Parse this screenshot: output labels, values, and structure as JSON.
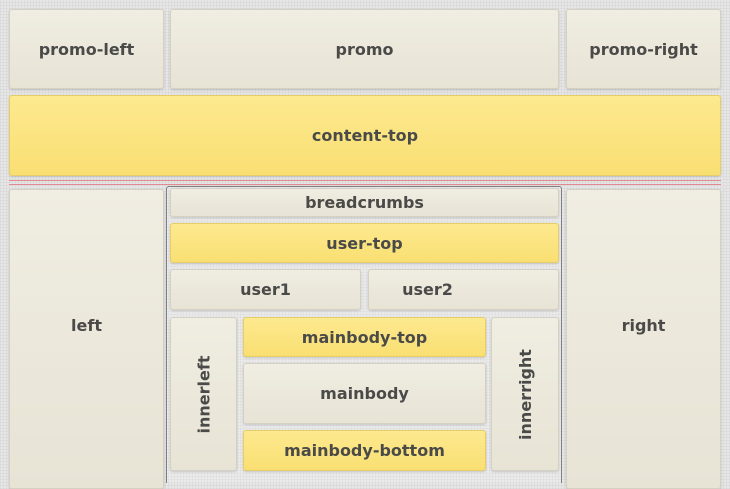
{
  "blocks": {
    "promo_left": "promo-left",
    "promo": "promo",
    "promo_right": "promo-right",
    "content_top": "content-top",
    "left": "left",
    "right": "right",
    "breadcrumbs": "breadcrumbs",
    "user_top": "user-top",
    "user1": "user1",
    "user2": "user2",
    "innerleft": "innerleft",
    "innerright": "innerright",
    "mainbody_top": "mainbody-top",
    "mainbody": "mainbody",
    "mainbody_bottom": "mainbody-bottom"
  },
  "colors": {
    "module_beige": "#ebe7da",
    "module_yellow": "#fbe37f",
    "separator_red": "#e28a90",
    "frame_border": "#7f7f7f"
  }
}
